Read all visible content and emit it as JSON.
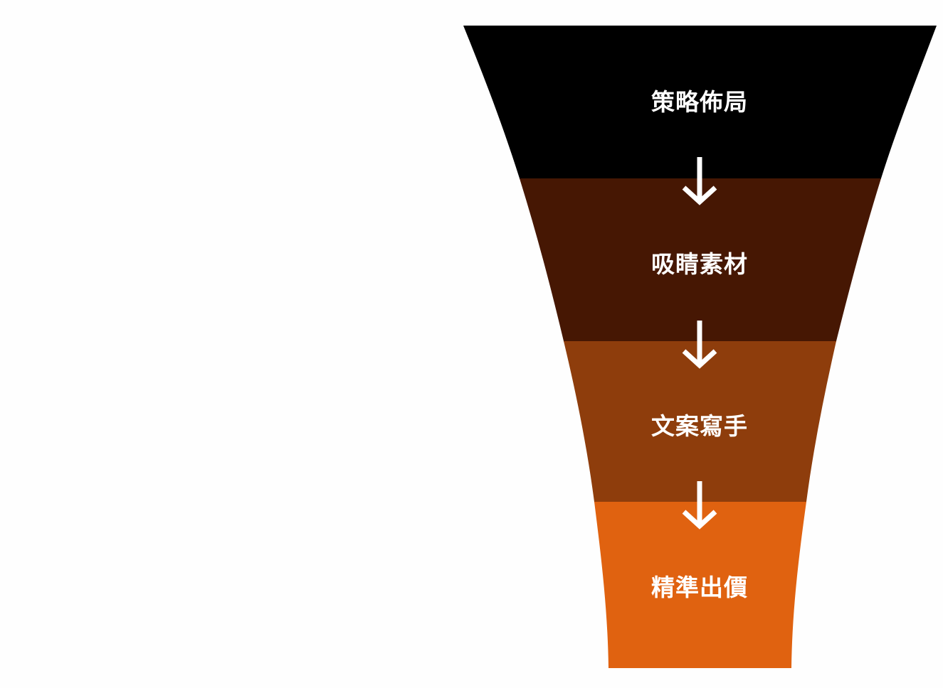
{
  "funnel": {
    "stages": [
      {
        "label": "策略佈局",
        "color": "#000000"
      },
      {
        "label": "吸睛素材",
        "color": "#461703"
      },
      {
        "label": "文案寫手",
        "color": "#8e3d0c"
      },
      {
        "label": "精準出價",
        "color": "#e06210"
      }
    ],
    "arrow_color": "#ffffff"
  }
}
